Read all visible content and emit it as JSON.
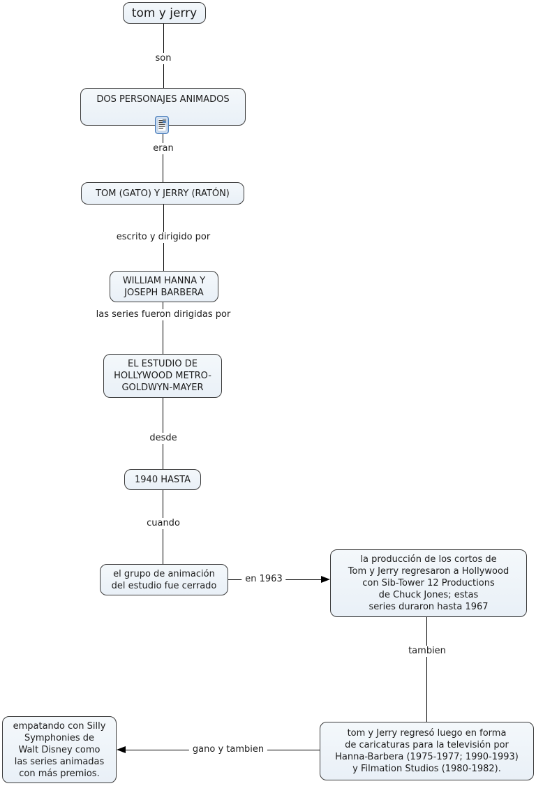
{
  "colors": {
    "node_fill": "#edf3f8",
    "node_border": "#3a3a3a",
    "line": "#000000",
    "icon_frame": "#4f81bd",
    "background": "#ffffff"
  },
  "nodes": {
    "root": {
      "label": "tom y jerry"
    },
    "personajes": {
      "label": "DOS PERSONAJES ANIMADOS"
    },
    "protagonistas": {
      "label": "TOM (GATO) Y JERRY (RATÓN)"
    },
    "autores": {
      "label": "WILLIAM HANNA Y\nJOSEPH BARBERA"
    },
    "estudio": {
      "label": "EL ESTUDIO DE\nHOLLYWOOD METRO-\nGOLDWYN-MAYER"
    },
    "periodo": {
      "label": "1940 HASTA"
    },
    "cierre": {
      "label": "el grupo de animación\ndel estudio fue cerrado"
    },
    "regreso_1963": {
      "label": "la producción de los cortos de\nTom y Jerry regresaron a Hollywood\ncon Sib-Tower 12 Productions\nde Chuck Jones; estas\nseries duraron hasta 1967"
    },
    "regreso_tv": {
      "label": "tom y Jerry regresó luego en forma\nde caricaturas para la televisión por\nHanna-Barbera (1975-1977; 1990-1993)\ny Filmation Studios (1980-1982)."
    },
    "premios": {
      "label": "empatando con Silly\nSymphonies de\nWalt Disney como\nlas series animadas\ncon más premios."
    }
  },
  "links": {
    "son": "son",
    "eran": "eran",
    "escrito": "escrito y dirigido por",
    "dirigidas": "las series fueron dirigidas por",
    "desde": "desde",
    "cuando": "cuando",
    "en1963": "en 1963",
    "tambien": "tambien",
    "gano": "gano y tambien"
  },
  "icons": {
    "resource": "document-with-image-resource"
  }
}
